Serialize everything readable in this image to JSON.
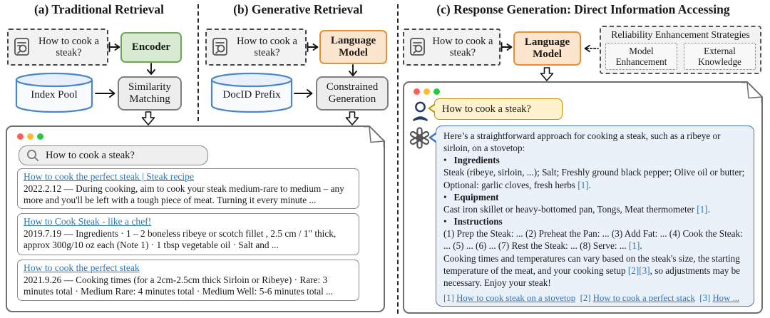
{
  "panel_a": {
    "title": "(a) Traditional Retrieval",
    "query": "How to cook a steak?",
    "model": "Encoder",
    "datastore": "Index Pool",
    "process": "Similarity Matching"
  },
  "panel_b": {
    "title": "(b) Generative Retrieval",
    "query": "How to cook a steak?",
    "model": "Language Model",
    "datastore": "DocID Prefix",
    "process": "Constrained Generation"
  },
  "panel_c": {
    "title": "(c) Response Generation: Direct Information Accessing",
    "query": "How to cook a steak?",
    "model": "Language Model",
    "strategies_title": "Reliability Enhancement Strategies",
    "strategies": [
      "Model Enhancement",
      "External Knowledge"
    ]
  },
  "browser": {
    "search_query": "How to cook a steak?",
    "results": [
      {
        "title": "How to cook the perfect steak | Steak recipe",
        "snippet": "2022.2.12 — During cooking, aim to cook your steak medium-rare to medium – any more and you'll be left with a tough piece of meat. Turning it every minute ..."
      },
      {
        "title": "How to Cook Steak - like a chef!",
        "snippet": "2019.7.19 — Ingredients · 1 – 2 boneless ribeye or scotch fillet , 2.5 cm / 1\" thick, approx 300g/10 oz each (Note 1) · 1 tbsp vegetable oil · Salt and ..."
      },
      {
        "title": "How to cook the perfect steak",
        "snippet": "2021.9.26 — Cooking times (for a 2cm-2.5cm thick Sirloin or Ribeye) · Rare: 3 minutes total · Medium Rare: 4 minutes total · Medium Well: 5-6 minutes total ..."
      }
    ]
  },
  "chat": {
    "user_message": "How to cook a steak?",
    "paragraphs": [
      [
        {
          "t": "Here’s a straightforward approach for cooking a steak, such as a ribeye or sirloin, on a stovetop:",
          "s": "plain"
        }
      ],
      [
        {
          "t": "•   ",
          "s": "plain"
        },
        {
          "t": "Ingredients",
          "s": "bold"
        }
      ],
      [
        {
          "t": "Steak (ribeye, sirloin, ...); Salt; Freshly ground black pepper; Olive oil or butter; Optional: garlic cloves, fresh herbs ",
          "s": "plain"
        },
        {
          "t": "[1]",
          "s": "cite"
        },
        {
          "t": ".",
          "s": "plain"
        }
      ],
      [
        {
          "t": "•   ",
          "s": "plain"
        },
        {
          "t": "Equipment",
          "s": "bold"
        }
      ],
      [
        {
          "t": "Cast iron skillet or heavy-bottomed pan, Tongs, Meat thermometer ",
          "s": "plain"
        },
        {
          "t": "[1]",
          "s": "cite"
        },
        {
          "t": ".",
          "s": "plain"
        }
      ],
      [
        {
          "t": "•   ",
          "s": "plain"
        },
        {
          "t": "Instructions",
          "s": "bold"
        }
      ],
      [
        {
          "t": "(1) Prep the Steak: ... (2) Preheat the Pan: ... (3) Add Fat: ... (4) Cook the Steak: ... (5) ... (6) ... (7) Rest the Steak: ... (8) Serve: ... ",
          "s": "plain"
        },
        {
          "t": "[1]",
          "s": "cite"
        },
        {
          "t": ".",
          "s": "plain"
        }
      ],
      [
        {
          "t": "Cooking times and temperatures can vary based on the steak's size, the starting temperature of the meat, and your cooking setup ",
          "s": "plain"
        },
        {
          "t": "[2][3]",
          "s": "cite"
        },
        {
          "t": ", so adjustments may be necessary. Enjoy your steak!",
          "s": "plain"
        }
      ]
    ],
    "citations": [
      {
        "t": "[1] ",
        "s": "cite"
      },
      {
        "t": "How to cook steak on a stovetop",
        "s": "link"
      },
      {
        "t": "  [2] ",
        "s": "cite"
      },
      {
        "t": "How to cook a perfect stack",
        "s": "link"
      },
      {
        "t": "  [3] ",
        "s": "cite"
      },
      {
        "t": "How ...",
        "s": "link"
      }
    ]
  },
  "colors": {
    "encoder_fill": "#d9ead3",
    "encoder_border": "#6aa84f",
    "language_model_fill": "#fce5cd",
    "language_model_border": "#e69138",
    "process_fill": "#ededed",
    "process_border": "#7f7f7f",
    "datastore_border": "#4a86c8",
    "link_blue": "#2e75b6",
    "user_bubble_fill": "#fff2cc",
    "user_bubble_border": "#bf9000",
    "assistant_bubble_fill": "#eaf1f9",
    "assistant_bubble_border": "#4472c4",
    "traffic_red": "#ff5f56",
    "traffic_yellow": "#ffbd2e",
    "traffic_green": "#27c93f"
  },
  "icons": {
    "query_box": "document-search-icon",
    "search_field": "magnifier-icon",
    "user": "person-icon",
    "assistant": "openai-logo-icon",
    "window_controls": "traffic-light-dots"
  }
}
